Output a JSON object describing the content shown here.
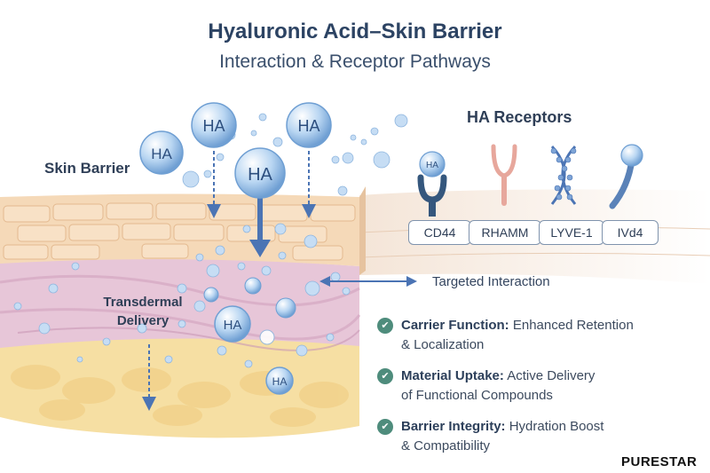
{
  "title": {
    "line1": "Hyaluronic Acid–Skin Barrier",
    "line2": "Interaction & Receptor Pathways"
  },
  "labels": {
    "skin_barrier": "Skin Barrier",
    "transdermal_line1": "Transdermal",
    "transdermal_line2": "Delivery",
    "targeted_interaction": "Targeted Interaction",
    "molecule": "HA"
  },
  "receptors": {
    "title": "HA Receptors",
    "items": [
      {
        "name": "CD44",
        "icon": "cd44-receptor-icon"
      },
      {
        "name": "RHAMM",
        "icon": "rhamm-receptor-icon"
      },
      {
        "name": "LYVE-1",
        "icon": "lyve1-receptor-icon"
      },
      {
        "name": "IVd4",
        "icon": "ivd4-receptor-icon"
      }
    ]
  },
  "features": [
    {
      "bold": "Carrier Function:",
      "line1_rest": " Enhanced Retention",
      "line2": "& Localization"
    },
    {
      "bold": "Material Uptake:",
      "line1_rest": " Active Delivery",
      "line2": "of Functional Compounds"
    },
    {
      "bold": "Barrier Integrity:",
      "line1_rest": " Hydration Boost",
      "line2": "& Compatibility"
    }
  ],
  "brand": {
    "text": "PURESTAR"
  },
  "colors": {
    "title": "#2c4363",
    "molecule_fill": "#b9d6f2",
    "molecule_edge": "#6f9fd3",
    "epidermis": "#f5d9b8",
    "dermis": "#e7c6d8",
    "hypodermis": "#f6dfa3",
    "check": "#4e8c7c",
    "arrow": "#4b74b4"
  }
}
